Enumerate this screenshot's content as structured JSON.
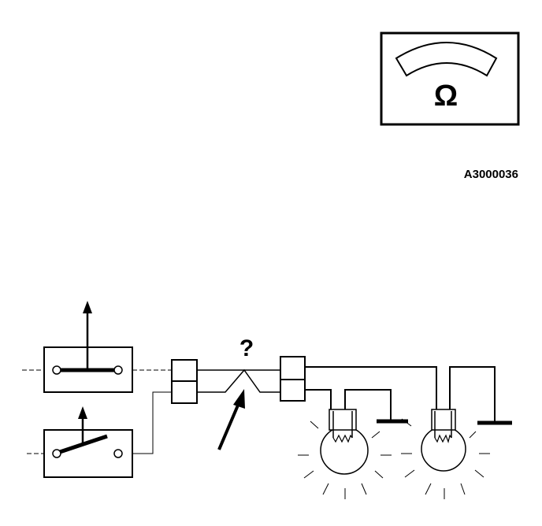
{
  "figure_code": "A3000036",
  "meter": {
    "symbol": "Ω",
    "icon": "ohmmeter-icon"
  },
  "question_mark": "?",
  "components": {
    "switches": [
      "switch-closed",
      "switch-open"
    ],
    "connectors": [
      "connector-left",
      "connector-right"
    ],
    "lamps": [
      "lamp-left",
      "lamp-right"
    ],
    "grounds": [
      "ground-left",
      "ground-right"
    ]
  },
  "colors": {
    "ink": "#000000",
    "background": "#ffffff"
  }
}
